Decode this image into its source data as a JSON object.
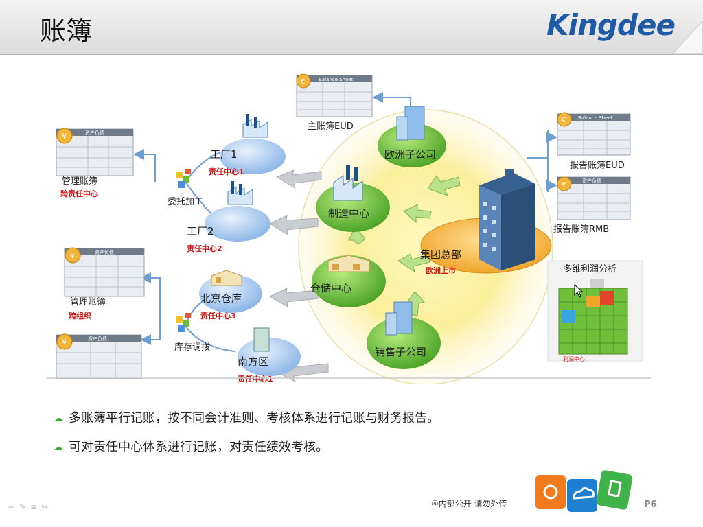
{
  "slide": {
    "title": "账簿",
    "logo": "Kingdee",
    "page_number": "P6",
    "footnote": "④内部公开 请勿外传"
  },
  "diagram": {
    "sheets": {
      "balance_sheet_top": "Balance Sheet",
      "balance_sheet_right": "Balance Sheet",
      "zichan": "资产负债"
    },
    "ledgers": {
      "main_eud": "主账簿EUD",
      "report_eud": "报告账簿EUD",
      "report_rmb": "报告账簿RMB",
      "mgmt1": "管理账簿",
      "mgmt1_sub": "跨责任中心",
      "mgmt2": "管理账簿",
      "mgmt2_sub": "跨组织"
    },
    "nodes": {
      "factory1": "工厂1",
      "factory1_sub": "责任中心1",
      "factory2": "工厂2",
      "factory2_sub": "责任中心2",
      "beijing": "北京仓库",
      "beijing_sub": "责任中心3",
      "nanfang": "南方区",
      "nanfang_sub": "责任中心1",
      "weituo": "委托加工",
      "kucun": "库存调拨",
      "europe": "欧洲子公司",
      "manufacturing": "制造中心",
      "warehouse": "仓储中心",
      "sales": "销售子公司",
      "hq": "集团总部",
      "hq_sub": "欧洲上市"
    },
    "analysis": {
      "title": "多维利润分析",
      "cube_label": "利润中心"
    }
  },
  "bullets": [
    "多账簿平行记账，按不同会计准则、考核体系进行记账与财务报告。",
    "可对责任中心体系进行记账，对责任绩效考核。"
  ],
  "colors": {
    "logo_blue": "#1f5aa6",
    "green_node": "#5cb531",
    "blue_node": "#a9c8ee",
    "hq_orange": "#f4b43a",
    "red_text": "#d01818"
  }
}
